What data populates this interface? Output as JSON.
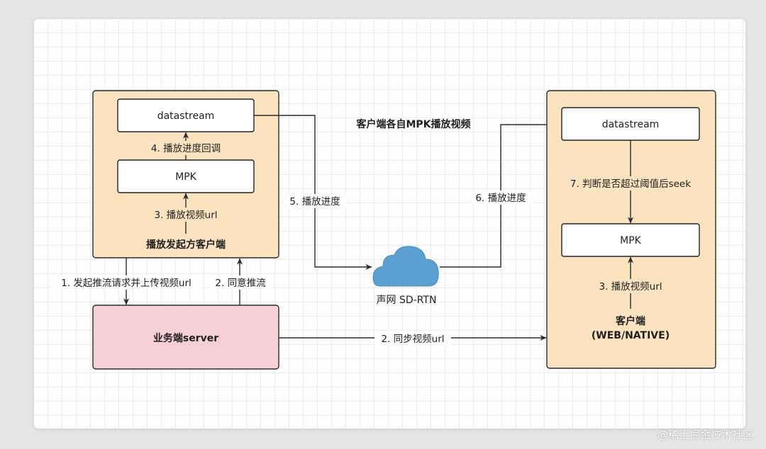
{
  "nodes": {
    "left_datastream": "datastream",
    "left_mpk": "MPK",
    "left_group_title": "播放发起方客户端",
    "server": "业务端server",
    "cloud": "声网 SD-RTN",
    "right_datastream": "datastream",
    "right_mpk": "MPK",
    "right_group_title_line1": "客户端",
    "right_group_title_line2": "(WEB/NATIVE)",
    "header_note": "客户端各自MPK播放视频"
  },
  "edges": {
    "left_mpk_to_datastream": "4. 播放进度回调",
    "left_url_to_mpk": "3. 播放视频url",
    "client_to_server": "1. 发起推流请求并上传视频url",
    "server_to_client": "2. 同意推流",
    "datastream_to_cloud": "5. 播放进度",
    "cloud_to_datastream": "6. 播放进度",
    "right_datastream_to_mpk": "7. 判断是否超过阈值后seek",
    "right_url_to_mpk": "3. 播放视频url",
    "server_to_right_client": "2. 同步视频url"
  },
  "colors": {
    "group_fill": "#fbe3c0",
    "server_fill": "#f7d0d7",
    "cloud_fill": "#5aa0d0",
    "line": "#2b2b2b"
  },
  "icons": {
    "cloud": "cloud-icon"
  },
  "watermark": "@稀土掘金技术社区"
}
